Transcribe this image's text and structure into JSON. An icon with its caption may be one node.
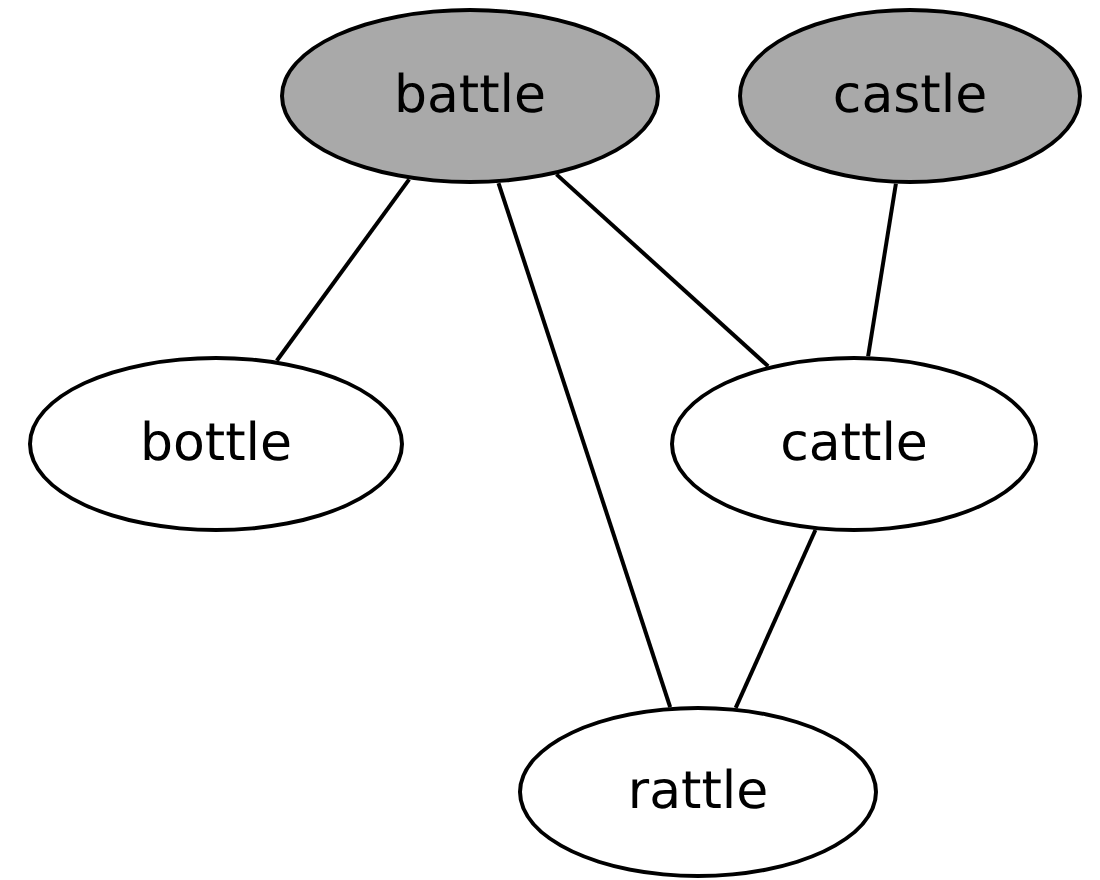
{
  "diagram": {
    "nodes": [
      {
        "text": [
          "battle"
        ]
      },
      {
        "text": [
          "castle"
        ]
      },
      {
        "text": [
          "bottle"
        ]
      },
      {
        "text": [
          "cattle"
        ]
      },
      {
        "text": [
          "rattle"
        ]
      }
    ],
    "edges": [
      {
        "from": 0,
        "to": 2,
        "arrow": "none"
      },
      {
        "from": 0,
        "to": 4,
        "arrow": "none"
      },
      {
        "from": 0,
        "to": 3,
        "arrow": "none"
      },
      {
        "from": 1,
        "to": 3,
        "arrow": "none"
      },
      {
        "from": 3,
        "to": 4,
        "arrow": "none"
      }
    ]
  }
}
